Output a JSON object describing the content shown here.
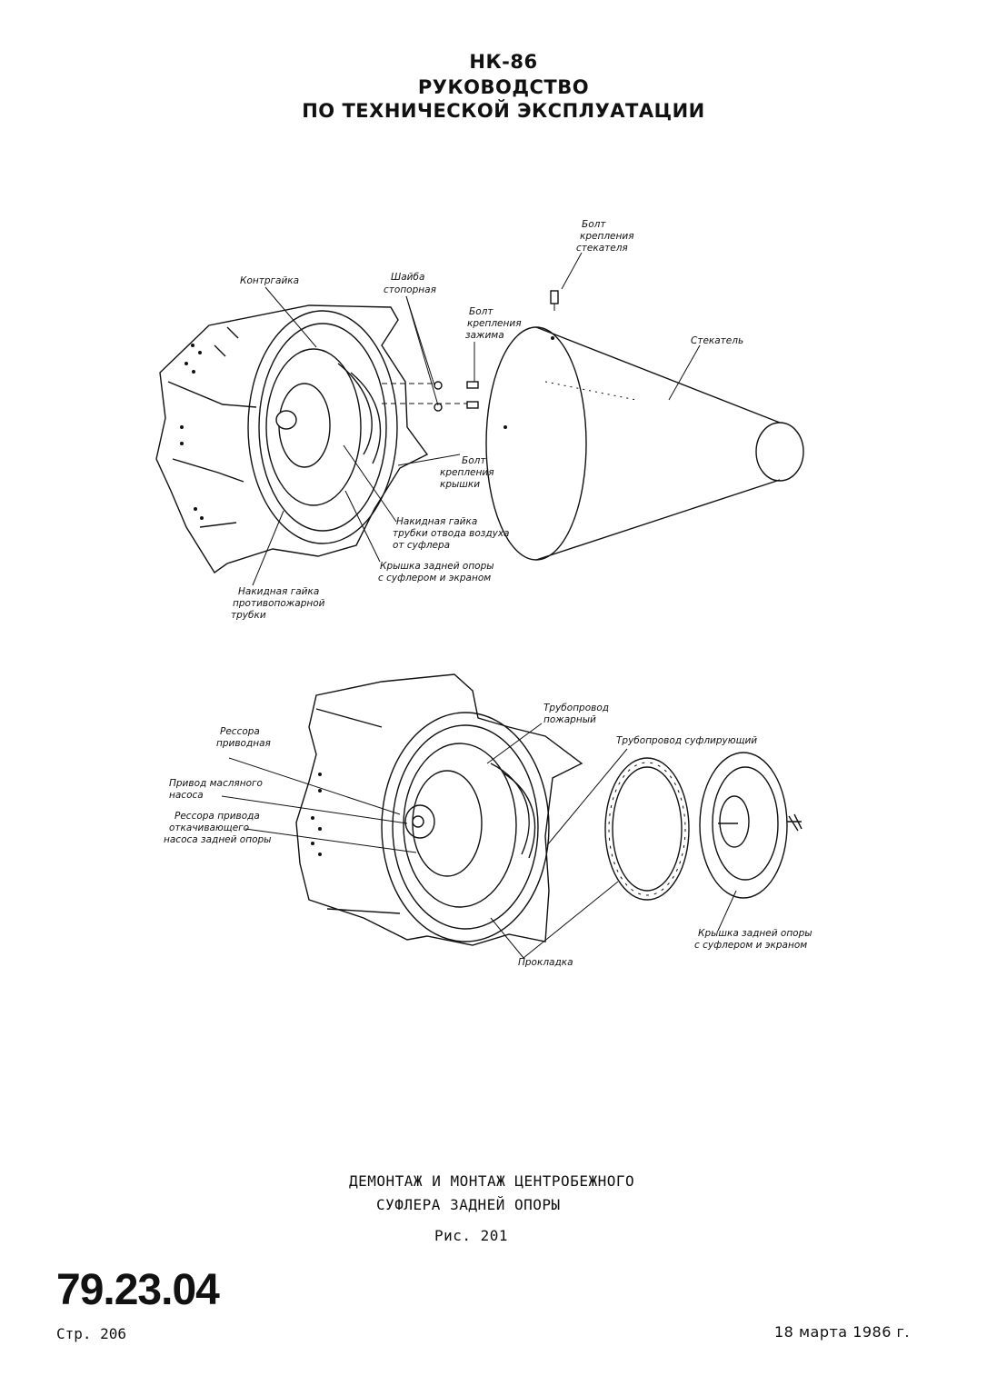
{
  "header": {
    "product": "НК-86",
    "title_line1": "РУКОВОДСТВО",
    "title_line2": "ПО ТЕХНИЧЕСКОЙ ЭКСПЛУАТАЦИИ"
  },
  "figure_top": {
    "labels": {
      "bolt_fairing": [
        "Болт",
        "крепления",
        "стекателя"
      ],
      "locknut": [
        "Контргайка"
      ],
      "lock_washer": [
        "Шайба",
        "стопорная"
      ],
      "bolt_clamp": [
        "Болт",
        "крепления",
        "зажима"
      ],
      "fairing": [
        "Стекатель"
      ],
      "bolt_cover": [
        "Болт",
        "крепления",
        "крышки"
      ],
      "union_nut_air": [
        "Накидная гайка",
        "трубки отвода воздуха",
        "от суфлера"
      ],
      "cover": [
        "Крышка задней опоры",
        "с суфлером и экраном"
      ],
      "union_nut_fire": [
        "Накидная гайка",
        "противопожарной",
        "трубки"
      ]
    }
  },
  "figure_bottom": {
    "labels": {
      "fire_pipe": [
        "Трубопровод",
        "пожарный"
      ],
      "breather_pipe": [
        "Трубопровод суфлирующий"
      ],
      "drive_spring": [
        "Рессора",
        "приводная"
      ],
      "oil_pump_drive": [
        "Привод масляного",
        "насоса"
      ],
      "scavenge_spring": [
        "Рессора привода",
        "откачивающего",
        "насоса задней опоры"
      ],
      "cover": [
        "Крышка задней опоры",
        "с суфлером и экраном"
      ],
      "gasket": [
        "Прокладка"
      ]
    }
  },
  "caption": {
    "line1": "ДЕМОНТАЖ И МОНТАЖ ЦЕНТРОБЕЖНОГО",
    "line2": "СУФЛЕРА ЗАДНЕЙ ОПОРЫ",
    "figure": "Рис. 201"
  },
  "footer": {
    "section_number": "79.23.04",
    "page_label": "Стр. 206",
    "date": "18 марта 1986 г."
  }
}
